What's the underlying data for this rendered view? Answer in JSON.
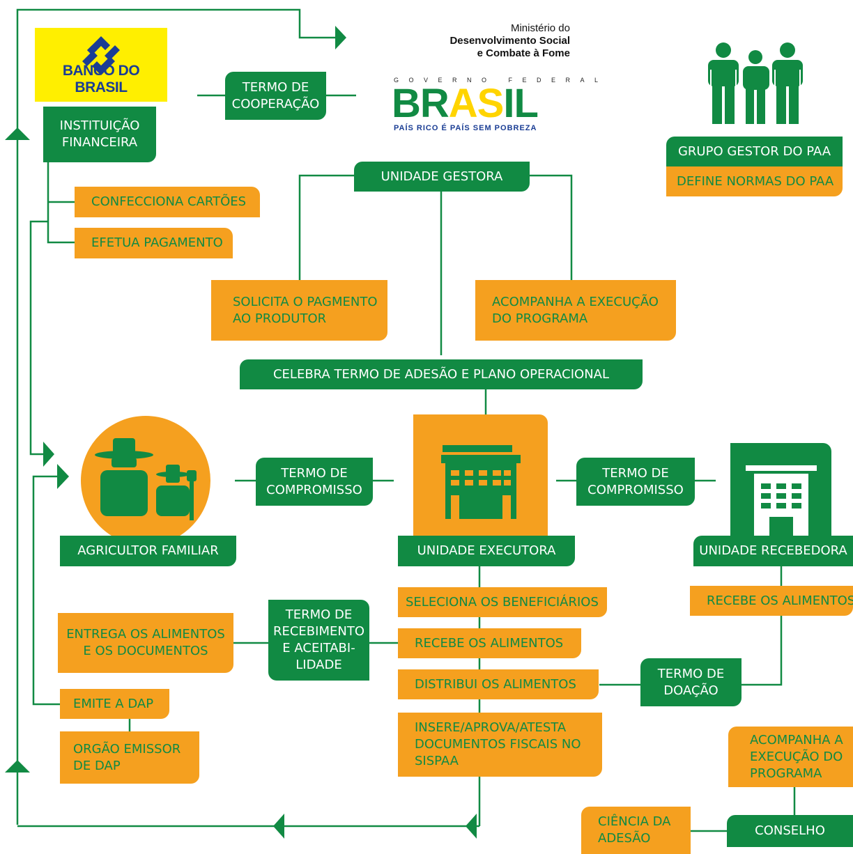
{
  "logos": {
    "bank_name": "BANCO DO BRASIL",
    "ministry_line1": "Ministério do",
    "ministry_line2": "Desenvolvimento Social",
    "ministry_line3": "e Combate à Fome",
    "gov_line": "GOVERNO FEDERAL",
    "brasil_word": "BRASIL",
    "slogan": "PAÍS RICO É PAÍS SEM POBREZA"
  },
  "labels": {
    "instituicao_financeira": "INSTITUIÇÃO\nFINANCEIRA",
    "termo_cooperacao": "TERMO DE\nCOOPERAÇÃO",
    "confecciona_cartoes": "CONFECCIONA CARTÕES",
    "efetua_pagamento": "EFETUA PAGAMENTO",
    "unidade_gestora": "UNIDADE GESTORA",
    "solicita_pagamento": "SOLICITA O PAGMENTO\nAO PRODUTOR",
    "acompanha_execucao_gestora": "ACOMPANHA A EXECUÇÃO\nDO PROGRAMA",
    "celebra_termo": "CELEBRA TERMO DE ADESÃO E PLANO OPERACIONAL",
    "grupo_gestor": "GRUPO GESTOR DO PAA",
    "define_normas": "DEFINE NORMAS DO PAA",
    "agricultor_familiar": "AGRICULTOR FAMILIAR",
    "termo_compromisso_left": "TERMO DE\nCOMPROMISSO",
    "unidade_executora": "UNIDADE EXECUTORA",
    "termo_compromisso_right": "TERMO DE\nCOMPROMISSO",
    "unidade_recebedora": "UNIDADE RECEBEDORA",
    "seleciona_beneficiarios": "SELECIONA OS BENEFICIÁRIOS",
    "recebe_alimentos_exec": "RECEBE OS ALIMENTOS",
    "distribui_alimentos": "DISTRIBUI OS ALIMENTOS",
    "insere_aprova": "INSERE/APROVA/ATESTA\nDOCUMENTOS FISCAIS NO\nSISPAA",
    "recebe_alimentos_receb": "RECEBE OS ALIMENTOS",
    "termo_doacao": "TERMO DE\nDOAÇÃO",
    "entrega_alimentos": "ENTREGA OS ALIMENTOS\nE OS DOCUMENTOS",
    "termo_recebimento": "TERMO DE\nRECEBIMENTO\nE ACEITABI-\nLIDADE",
    "emite_dap": "EMITE A DAP",
    "orgao_emissor": "ORGÃO EMISSOR\nDE DAP",
    "acompanha_execucao_conselho": "ACOMPANHA A\nEXECUÇÃO DO\nPROGRAMA",
    "ciencia_adesao": "CIÊNCIA DA\nADESÃO",
    "conselho": "CONSELHO"
  },
  "colors": {
    "green": "#118a43",
    "orange": "#f5a01f",
    "bb_yellow": "#ffef00",
    "bb_blue": "#1a3d94"
  },
  "icons": [
    "banco-do-brasil-logo",
    "group-of-people-icon",
    "farmers-icon",
    "executing-unit-building-icon",
    "receiving-unit-building-icon"
  ]
}
